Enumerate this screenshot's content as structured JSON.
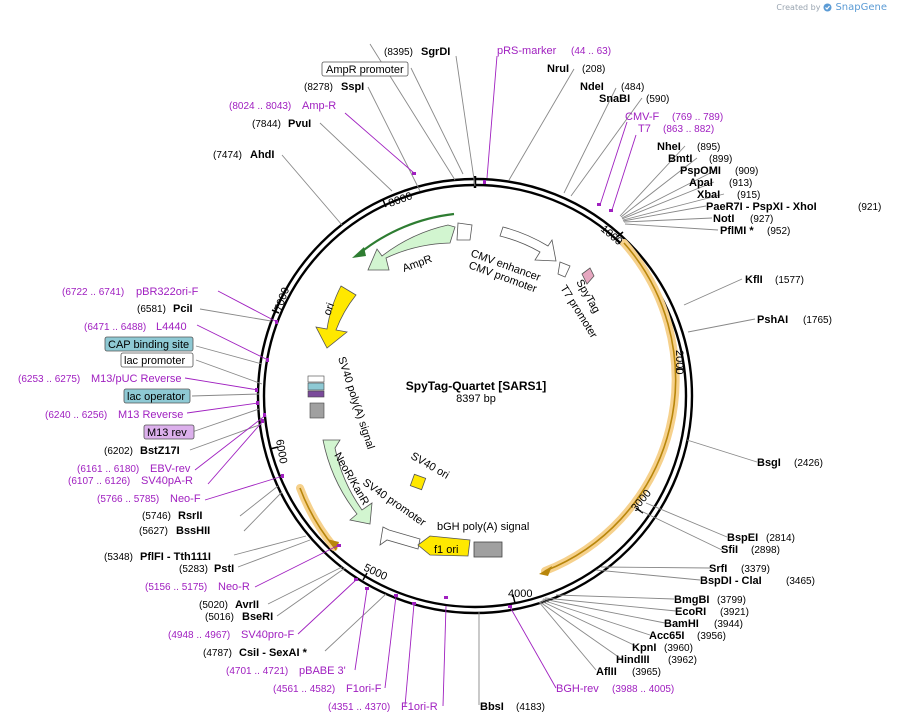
{
  "credit": {
    "prefix": "Created by",
    "brand": "SnapGene"
  },
  "plasmid": {
    "name": "SpyTag-Quartet [SARS1]",
    "length": "8397 bp"
  },
  "ticks": [
    "1000",
    "2000",
    "3000",
    "4000",
    "5000",
    "6000",
    "7000",
    "8000"
  ],
  "enzymes": [
    {
      "name": "SgrDI",
      "pos": "(8395)"
    },
    {
      "name": "NruI",
      "pos": "(208)"
    },
    {
      "name": "SspI",
      "pos": "(8278)"
    },
    {
      "name": "NdeI",
      "pos": "(484)"
    },
    {
      "name": "SnaBI",
      "pos": "(590)"
    },
    {
      "name": "PvuI",
      "pos": "(7844)"
    },
    {
      "name": "AhdI",
      "pos": "(7474)"
    },
    {
      "name": "NheI",
      "pos": "(895)"
    },
    {
      "name": "BmtI",
      "pos": "(899)"
    },
    {
      "name": "PspOMI",
      "pos": "(909)"
    },
    {
      "name": "ApaI",
      "pos": "(913)"
    },
    {
      "name": "XbaI",
      "pos": "(915)"
    },
    {
      "name": "PaeR7I - PspXI - XhoI",
      "pos": "(921)"
    },
    {
      "name": "NotI",
      "pos": "(927)"
    },
    {
      "name": "PflMI *",
      "pos": "(952)"
    },
    {
      "name": "KflI",
      "pos": "(1577)"
    },
    {
      "name": "PshAI",
      "pos": "(1765)"
    },
    {
      "name": "PciI",
      "pos": "(6581)"
    },
    {
      "name": "BsgI",
      "pos": "(2426)"
    },
    {
      "name": "BstZ17I",
      "pos": "(6202)"
    },
    {
      "name": "BspEI",
      "pos": "(2814)"
    },
    {
      "name": "SfiI",
      "pos": "(2898)"
    },
    {
      "name": "RsrII",
      "pos": "(5746)"
    },
    {
      "name": "BssHII",
      "pos": "(5627)"
    },
    {
      "name": "PflFI - Tth111I",
      "pos": "(5348)"
    },
    {
      "name": "SrfI",
      "pos": "(3379)"
    },
    {
      "name": "PstI",
      "pos": "(5283)"
    },
    {
      "name": "BspDI - ClaI",
      "pos": "(3465)"
    },
    {
      "name": "BmgBI",
      "pos": "(3799)"
    },
    {
      "name": "EcoRI",
      "pos": "(3921)"
    },
    {
      "name": "AvrII",
      "pos": "(5020)"
    },
    {
      "name": "BamHI",
      "pos": "(3944)"
    },
    {
      "name": "BseRI",
      "pos": "(5016)"
    },
    {
      "name": "Acc65I",
      "pos": "(3956)"
    },
    {
      "name": "KpnI",
      "pos": "(3960)"
    },
    {
      "name": "CsiI - SexAI *",
      "pos": "(4787)"
    },
    {
      "name": "HindIII",
      "pos": "(3962)"
    },
    {
      "name": "AflII",
      "pos": "(3965)"
    },
    {
      "name": "BbsI",
      "pos": "(4183)"
    }
  ],
  "primers": [
    {
      "name": "pRS-marker",
      "pos": "(44 .. 63)"
    },
    {
      "name": "Amp-R",
      "pos": "(8024 .. 8043)"
    },
    {
      "name": "CMV-F",
      "pos": "(769 .. 789)"
    },
    {
      "name": "T7",
      "pos": "(863 .. 882)"
    },
    {
      "name": "pBR322ori-F",
      "pos": "(6722 .. 6741)"
    },
    {
      "name": "L4440",
      "pos": "(6471 .. 6488)"
    },
    {
      "name": "M13/pUC Reverse",
      "pos": "(6253 .. 6275)"
    },
    {
      "name": "M13 Reverse",
      "pos": "(6240 .. 6256)"
    },
    {
      "name": "EBV-rev",
      "pos": "(6161 .. 6180)"
    },
    {
      "name": "SV40pA-R",
      "pos": "(6107 .. 6126)"
    },
    {
      "name": "Neo-F",
      "pos": "(5766 .. 5785)"
    },
    {
      "name": "Neo-R",
      "pos": "(5156 .. 5175)"
    },
    {
      "name": "SV40pro-F",
      "pos": "(4948 .. 4967)"
    },
    {
      "name": "pBABE 3'",
      "pos": "(4701 .. 4721)"
    },
    {
      "name": "F1ori-F",
      "pos": "(4561 .. 4582)"
    },
    {
      "name": "F1ori-R",
      "pos": "(4351 .. 4370)"
    },
    {
      "name": "BGH-rev",
      "pos": "(3988 .. 4005)"
    }
  ],
  "boxed_features": [
    "AmpR promoter",
    "CAP binding site",
    "lac promoter",
    "lac operator",
    "M13 rev"
  ],
  "features": [
    "AmpR",
    "ori",
    "SV40 poly(A) signal",
    "NeoR/KanR",
    "SV40 promoter",
    "SV40 ori",
    "f1 ori",
    "bGH poly(A) signal",
    "CMV enhancer",
    "CMV promoter",
    "SpyTag",
    "T7 promoter"
  ],
  "colors": {
    "primer": "#a020c0",
    "orf": "#f5a623",
    "cyan_box": "#8ec9d4",
    "magenta_box": "#dcb0ec",
    "amp_green": "#d2f5d0",
    "ori_yellow": "#ffe800",
    "spytag_pink": "#e6a7c0"
  }
}
